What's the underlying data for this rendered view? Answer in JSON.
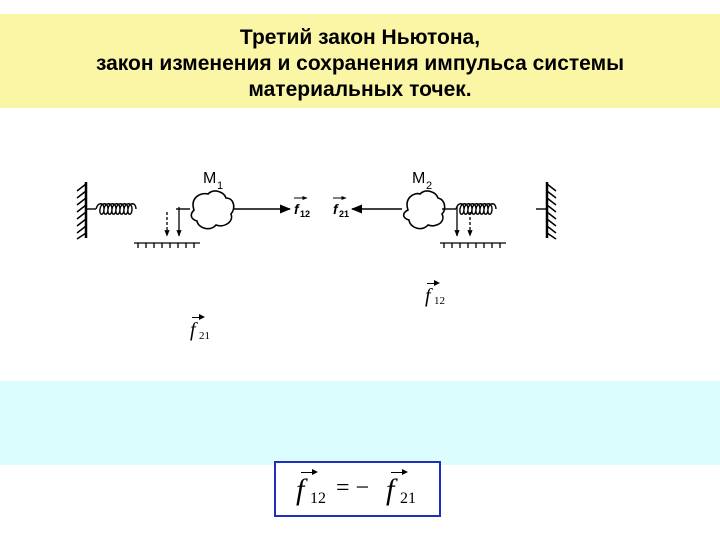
{
  "slide": {
    "title_lines": [
      "Третий закон Ньютона,",
      "закон изменения и сохранения импульса системы",
      "материальных точек."
    ]
  },
  "diagram": {
    "left_mass_label": "M",
    "left_mass_sub": "1",
    "right_mass_label": "M",
    "right_mass_sub": "2",
    "force_left_label": "f",
    "force_left_sub": "12",
    "force_right_label": "f",
    "force_right_sub": "21"
  },
  "vectors": {
    "f12_letter": "f",
    "f12_sub": "12",
    "f21_letter": "f",
    "f21_sub": "21"
  },
  "formula": {
    "lhs_letter": "f",
    "lhs_sub": "12",
    "operator": "= −",
    "rhs_letter": "f",
    "rhs_sub": "21"
  }
}
